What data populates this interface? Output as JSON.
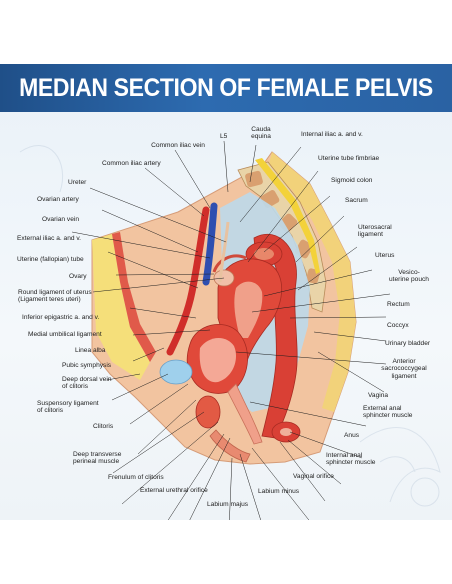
{
  "title": "MEDIAN SECTION OF FEMALE PELVIS",
  "labels": {
    "common_iliac_vein": "Common iliac vein",
    "l5": "L5",
    "cauda_equina": "Cauda\nequina",
    "internal_iliac": "Internal iliac a. and v.",
    "common_iliac_artery": "Common iliac artery",
    "uterine_tube_fimbriae": "Uterine tube fimbriae",
    "ureter": "Ureter",
    "sigmoid_colon": "Sigmoid colon",
    "ovarian_artery": "Ovarian artery",
    "sacrum": "Sacrum",
    "ovarian_vein": "Ovarian vein",
    "uterosacral_ligament": "Uterosacral\nligament",
    "external_iliac": "External iliac a. and v.",
    "uterus": "Uterus",
    "uterine_tube": "Uterine (fallopian) tube",
    "vesico_uterine_pouch": "Vesico-\nuterine pouch",
    "ovary": "Ovary",
    "rectum": "Rectum",
    "round_ligament": "Round ligament of uterus\n(Ligament teres uteri)",
    "coccyx": "Coccyx",
    "inferior_epigastric": "Inferior epigastric a. and v.",
    "urinary_bladder": "Urinary bladder",
    "medial_umbilical": "Medial umbilical ligament",
    "anterior_sacrococcygeal": "Anterior\nsacrococcygeal\nligament",
    "linea_alba": "Linea alba",
    "pubic_symphysis": "Pubic symphysis",
    "deep_dorsal_vein": "Deep dorsal vein\nof clitoris",
    "vagina": "Vagina",
    "external_anal_sphincter": "External anal\nsphincter muscle",
    "suspensory_ligament": "Suspensory ligament\nof clitoris",
    "anus": "Anus",
    "clitoris": "Clitoris",
    "internal_anal_sphincter": "Internal anal\nsphincter muscle",
    "deep_transverse_perineal": "Deep transverse\nperineal muscle",
    "vaginal_orifice": "Vaginal orifice",
    "frenulum": "Frenulum of clitoris",
    "labium_minus": "Labium minus",
    "external_urethral_orifice": "External urethral orifice",
    "labium_majus": "Labium majus"
  }
}
